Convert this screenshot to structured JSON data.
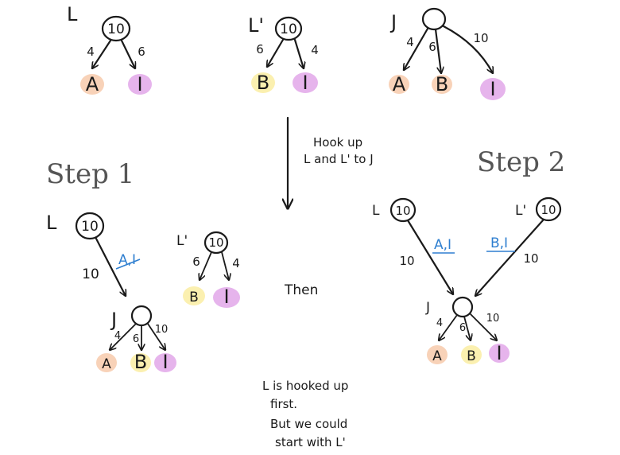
{
  "colors": {
    "ink": "#1a1a1a",
    "blue_label": "#2f7fd0",
    "step_title": "#555555",
    "highlight_orange": "#f8d2b8",
    "highlight_yellow": "#fbf0b0",
    "highlight_purple": "#e6b4ec"
  },
  "top": {
    "L": {
      "name": "L",
      "root": "10",
      "edges": [
        "4",
        "6"
      ],
      "leaves": [
        "A",
        "I"
      ]
    },
    "Lp": {
      "name": "L'",
      "root": "10",
      "edges": [
        "6",
        "4"
      ],
      "leaves": [
        "B",
        "I"
      ]
    },
    "J": {
      "name": "J",
      "edges": [
        "4",
        "6",
        "10"
      ],
      "leaves": [
        "A",
        "B",
        "I"
      ]
    }
  },
  "middle": {
    "instruction_line1": "Hook up",
    "instruction_line2": "L and L' to J"
  },
  "step1": {
    "title": "Step 1",
    "L_name": "L",
    "L_root": "10",
    "edge_weight": "10",
    "edge_label": "A,I",
    "J_name": "J",
    "J_edges": [
      "4",
      "6",
      "10"
    ],
    "J_leaves": [
      "A",
      "B",
      "I"
    ],
    "Lp_name": "L'",
    "Lp_root": "10",
    "Lp_edges": [
      "6",
      "4"
    ],
    "Lp_leaves": [
      "B",
      "I"
    ]
  },
  "then_label": "Then",
  "step2": {
    "title": "Step 2",
    "L_name": "L",
    "L_root": "10",
    "L_edge_weight": "10",
    "L_edge_label": "A,I",
    "Lp_name": "L'",
    "Lp_root": "10",
    "Lp_edge_weight": "10",
    "Lp_edge_label": "B,I",
    "J_name": "J",
    "J_edges": [
      "4",
      "6",
      "10"
    ],
    "J_leaves": [
      "A",
      "B",
      "I"
    ]
  },
  "note": {
    "line1": "L is hooked up",
    "line2": "first.",
    "line3": "But we could",
    "line4": "start with L'"
  }
}
